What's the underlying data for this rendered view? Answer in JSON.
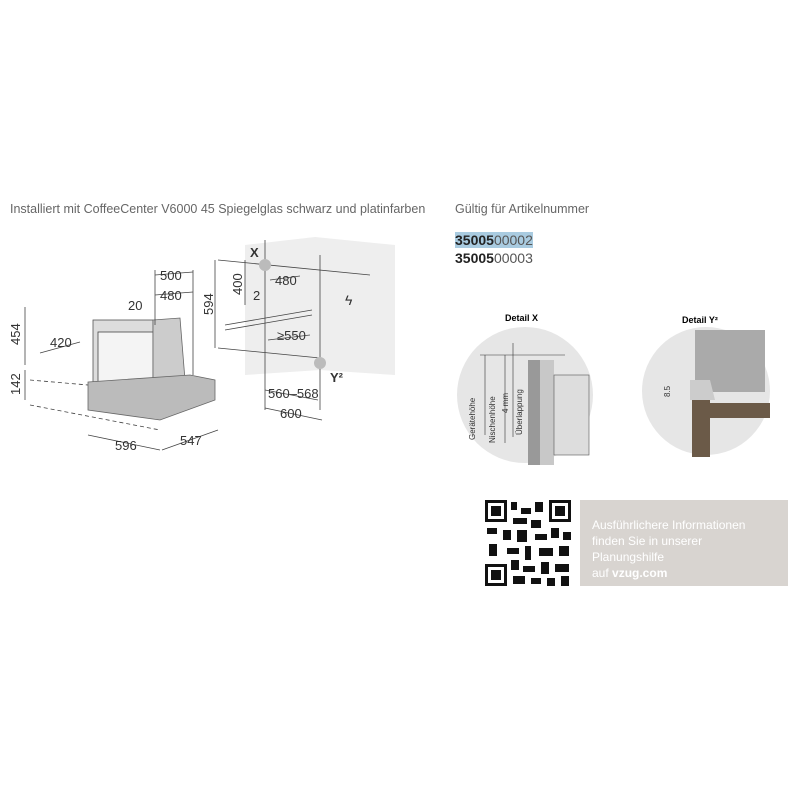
{
  "header": {
    "title": "Installiert mit CoffeeCenter V6000 45 Spiegelglas schwarz und platinfarben",
    "valid_for": "Gültig für Artikelnummer"
  },
  "articles": [
    {
      "prefix": "35005",
      "suffix": "00002",
      "highlighted": true
    },
    {
      "prefix": "35005",
      "suffix": "00003",
      "highlighted": false
    }
  ],
  "drawing": {
    "dims": {
      "d500": "500",
      "d480a": "480",
      "d20": "20",
      "d454": "454",
      "d420": "420",
      "d142": "142",
      "d596": "596",
      "d547": "547",
      "d594": "594",
      "d400": "400",
      "d480b": "480",
      "d2": "2",
      "d550": "≥550",
      "d560": "560–568",
      "d600": "600",
      "x": "X",
      "y": "Y²"
    }
  },
  "detail_x": {
    "title": "Detail X",
    "labels": [
      "Gerätehöhe",
      "Nischenhöhe",
      "4 mm",
      "Überlappung"
    ]
  },
  "detail_y": {
    "title": "Detail Y²",
    "label": "8.5"
  },
  "info": {
    "line1": "Ausführlichere Informationen",
    "line2": "finden Sie in unserer Planungshilfe",
    "line3_prefix": "auf ",
    "link": "vzug.com"
  },
  "colors": {
    "highlight": "#a9cbe0",
    "info_bg": "#d8d4d0"
  }
}
